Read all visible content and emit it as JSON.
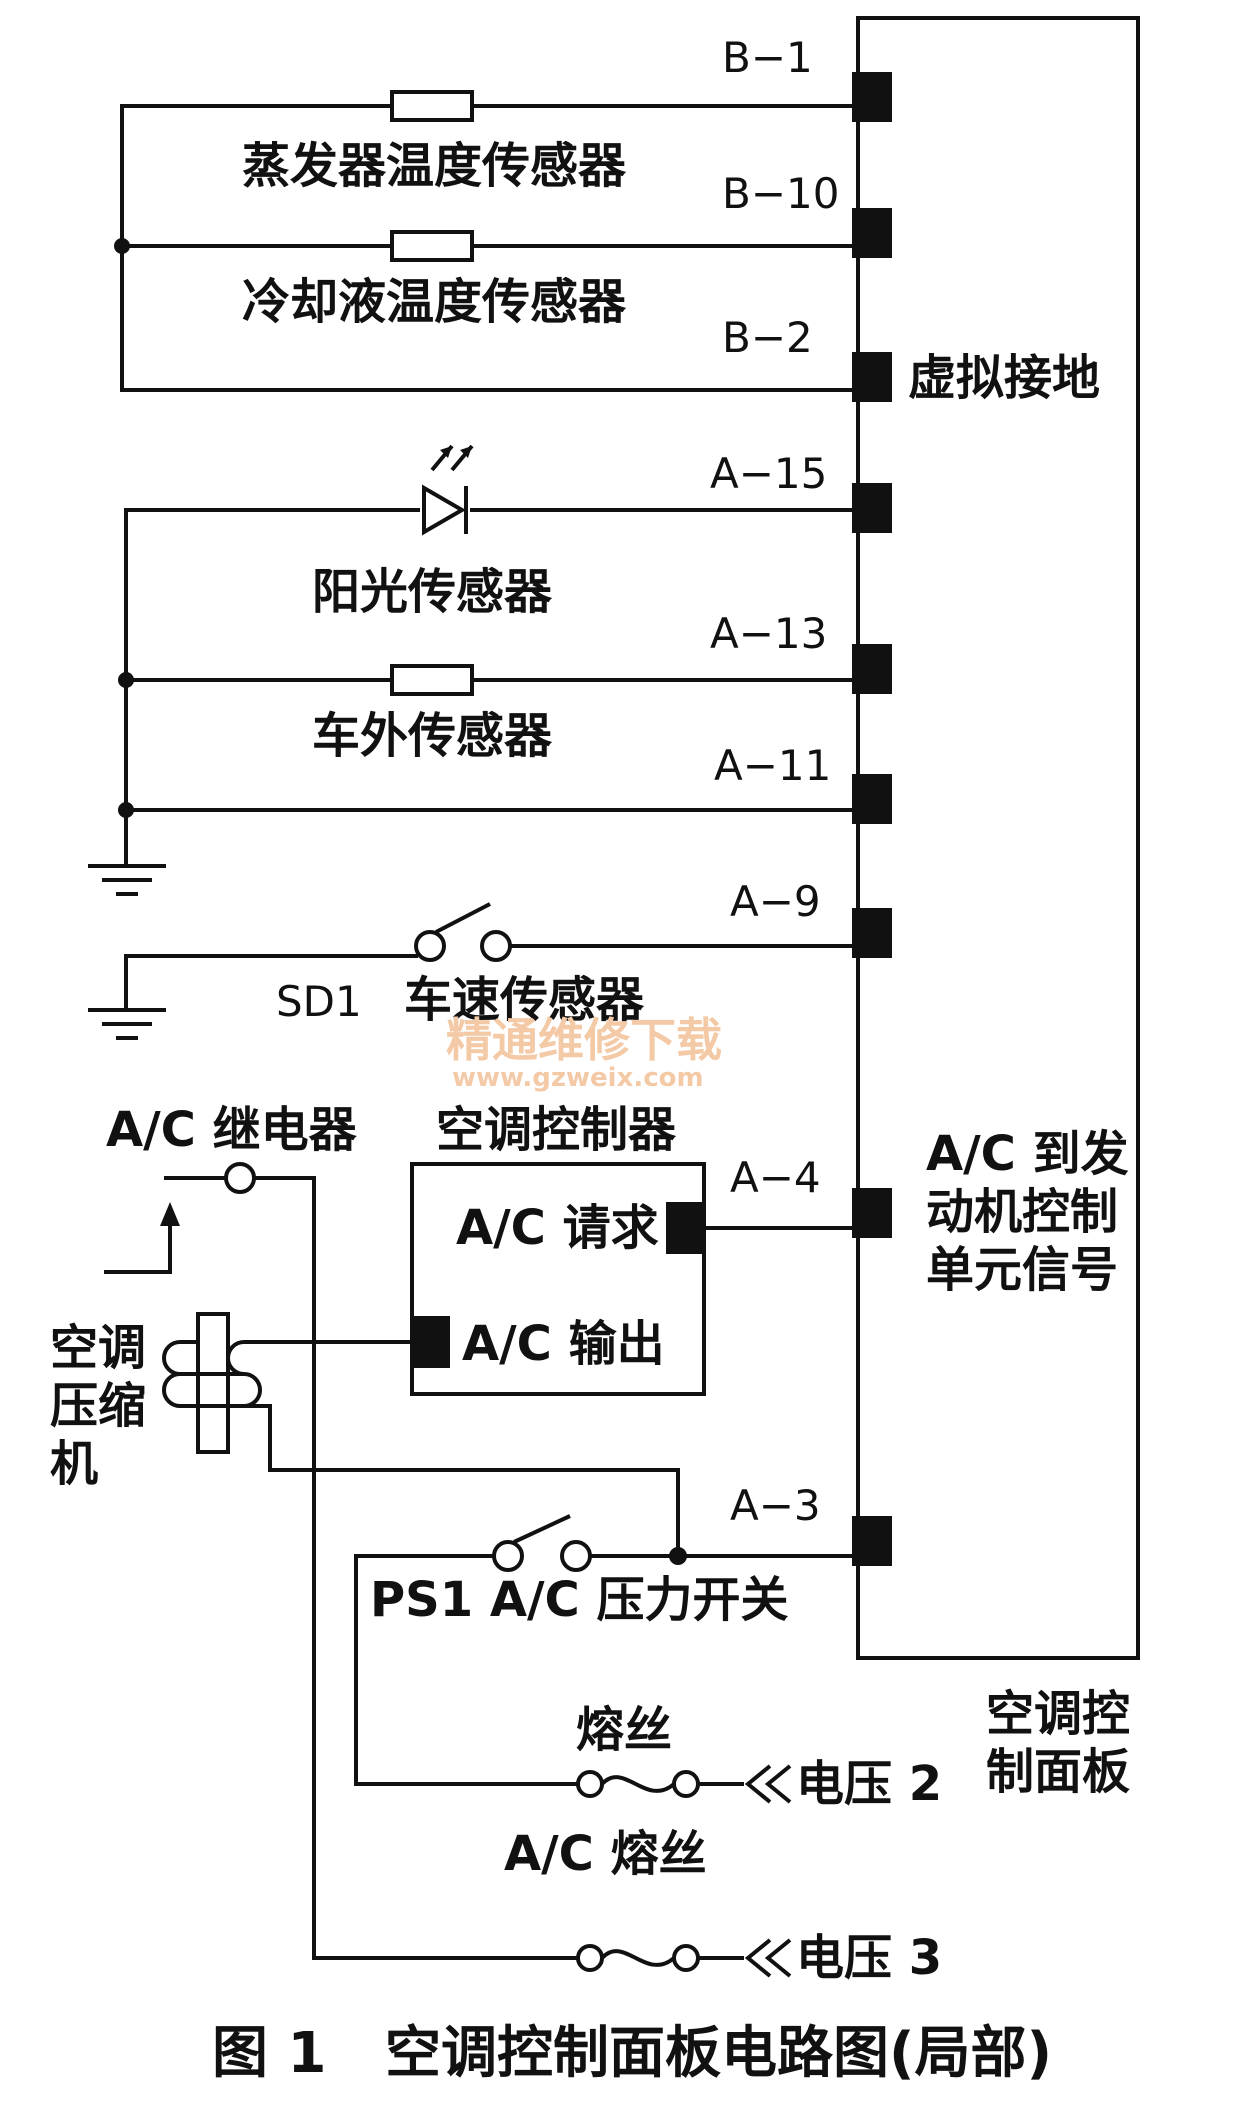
{
  "pins": {
    "b1": "B−1",
    "b10": "B−10",
    "b2": "B−2",
    "a15": "A−15",
    "a13": "A−13",
    "a11": "A−11",
    "a9": "A−9",
    "a4": "A−4",
    "a3": "A−3"
  },
  "labels": {
    "evap_sensor": "蒸发器温度传感器",
    "coolant_sensor": "冷却液温度传感器",
    "virtual_ground": "虚拟接地",
    "sun_sensor": "阳光传感器",
    "outside_sensor": "车外传感器",
    "sd1": "SD1",
    "speed_sensor": "车速传感器",
    "ac_relay": "A/C 继电器",
    "ac_controller": "空调控制器",
    "ac_request": "A/C 请求",
    "ac_output": "A/C 输出",
    "ac_to_ecu_1": "A/C 到发",
    "ac_to_ecu_2": "动机控制",
    "ac_to_ecu_3": "单元信号",
    "compressor_1": "空调",
    "compressor_2": "压缩",
    "compressor_3": "机",
    "pressure_switch": "PS1 A/C 压力开关",
    "panel_1": "空调控",
    "panel_2": "制面板",
    "fuse": "熔丝",
    "voltage2": "电压 2",
    "ac_fuse": "A/C 熔丝",
    "voltage3": "电压 3"
  },
  "caption": "图 1   空调控制面板电路图(局部)",
  "watermark": {
    "line1": "精通维修下载",
    "line2": "www.gzweix.com"
  }
}
